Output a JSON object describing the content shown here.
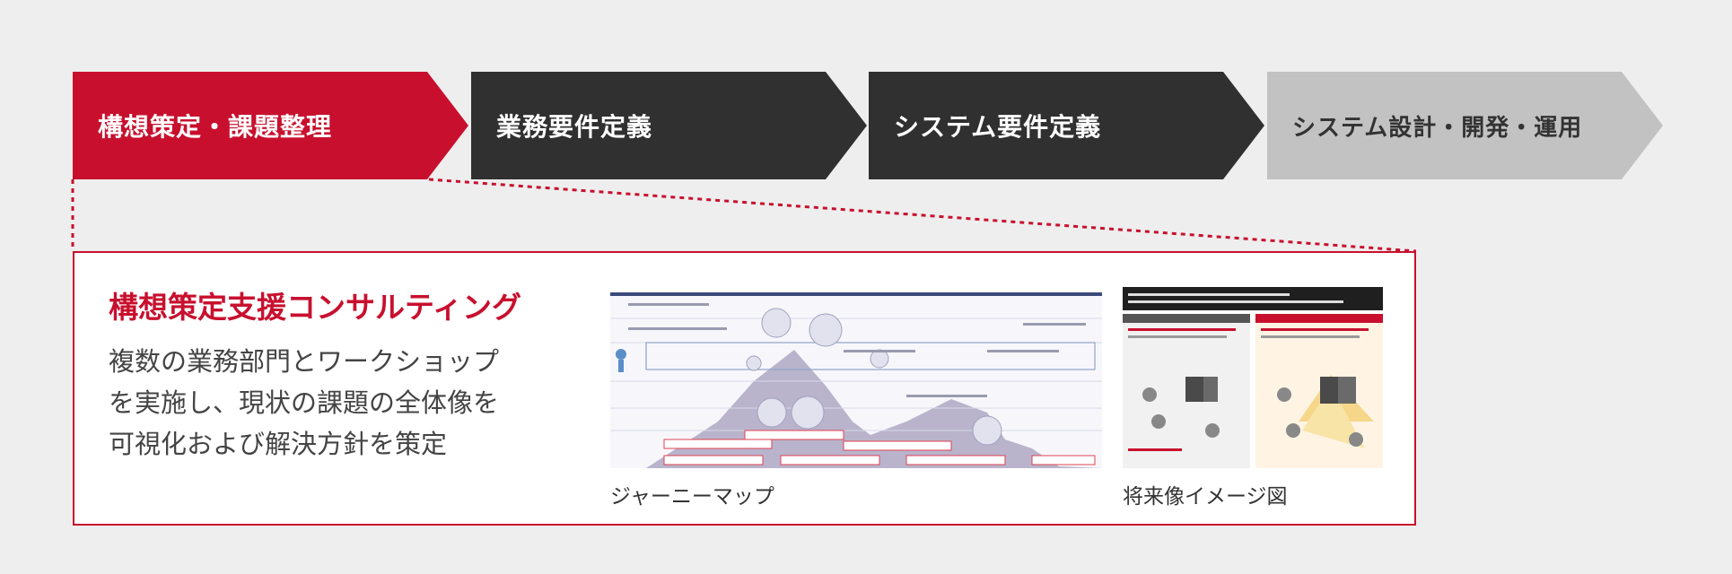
{
  "steps": [
    {
      "label": "構想策定・課題整理",
      "state": "active"
    },
    {
      "label": "業務要件定義",
      "state": "default"
    },
    {
      "label": "システム要件定義",
      "state": "default"
    },
    {
      "label": "システム設計・開発・運用",
      "state": "muted"
    }
  ],
  "colors": {
    "active": "#c8102e",
    "dark": "#303030",
    "muted": "#c2c2c2",
    "background": "#eeeeee"
  },
  "detail": {
    "title": "構想策定支援コンサルティング",
    "description_lines": [
      "複数の業務部門とワークショップ",
      "を実施し、現状の課題の全体像を",
      "可視化および解決方針を策定"
    ]
  },
  "images": [
    {
      "caption": "ジャーニーマップ",
      "icon": "journey-map-thumbnail"
    },
    {
      "caption": "将来像イメージ図",
      "icon": "future-image-thumbnail"
    }
  ]
}
